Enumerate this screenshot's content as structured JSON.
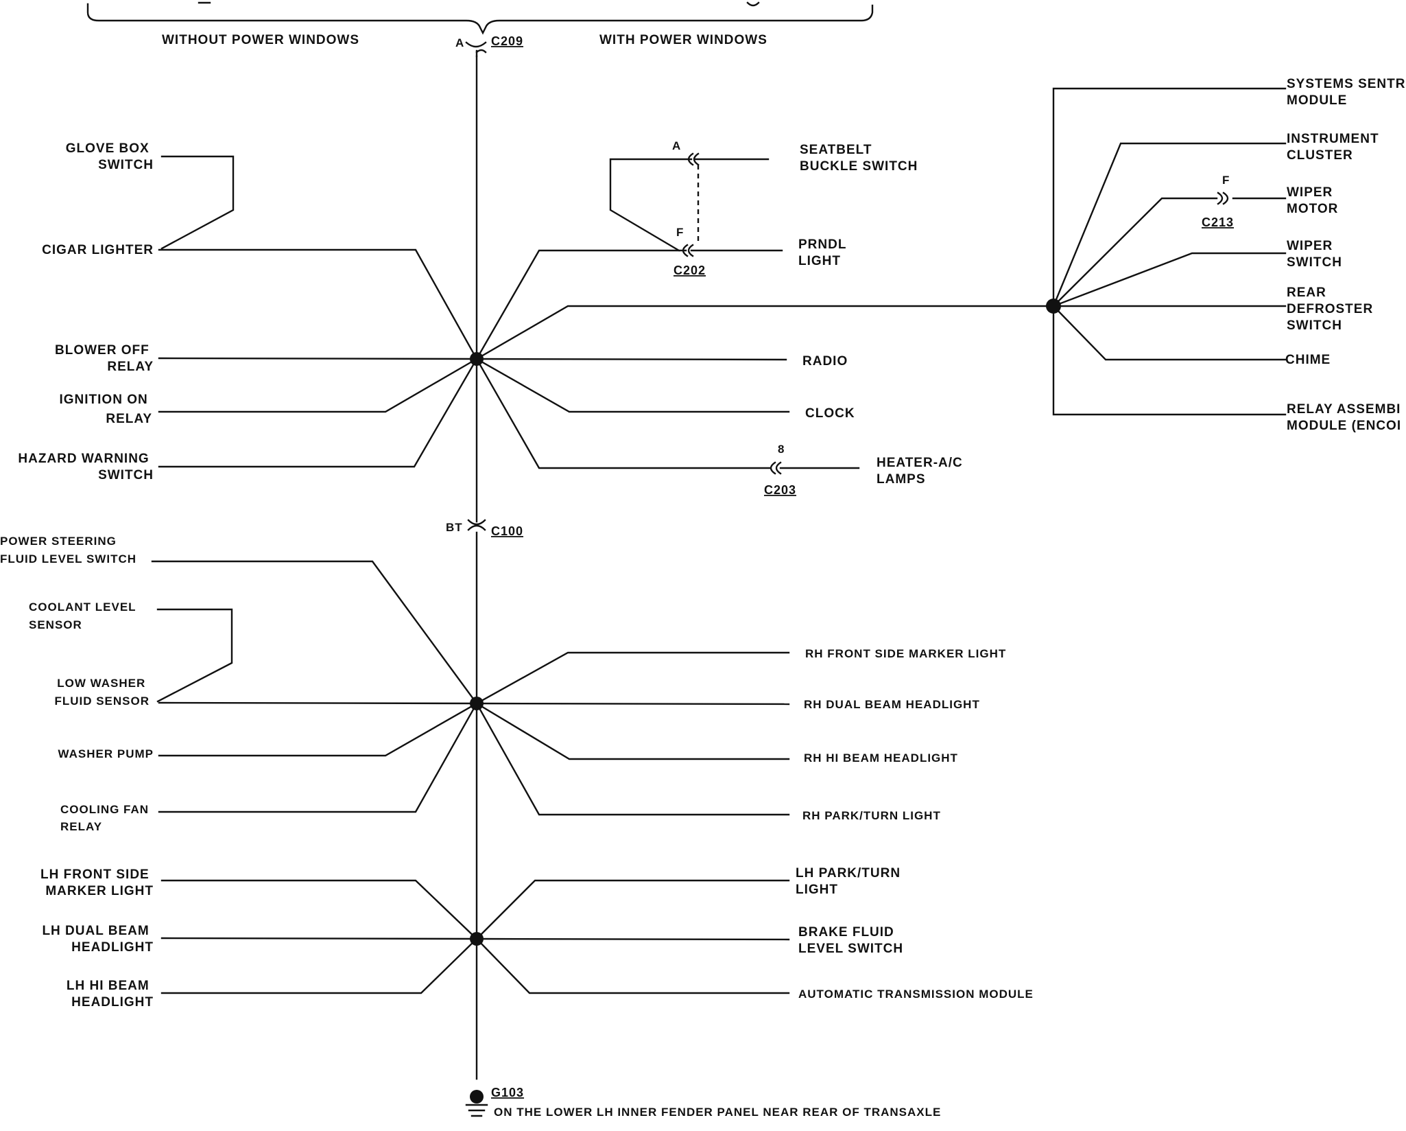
{
  "header": {
    "left_label": "WITHOUT POWER WINDOWS",
    "right_label": "WITH POWER WINDOWS"
  },
  "connectors": {
    "c209": {
      "pin": "A",
      "id": "C209"
    },
    "c202": {
      "pin_top": "A",
      "pin_bottom": "F",
      "id": "C202"
    },
    "c213": {
      "pin": "F",
      "id": "C213"
    },
    "c203": {
      "pin": "8",
      "id": "C203"
    },
    "c100": {
      "pin": "BT",
      "id": "C100"
    }
  },
  "splice1": {
    "left": [
      {
        "l1": "GLOVE BOX",
        "l2": "SWITCH"
      },
      {
        "l1": "CIGAR LIGHTER",
        "l2": ""
      },
      {
        "l1": "BLOWER OFF",
        "l2": "RELAY"
      },
      {
        "l1": "IGNITION ON",
        "l2": "RELAY"
      },
      {
        "l1": "HAZARD WARNING",
        "l2": "SWITCH"
      }
    ],
    "right": [
      {
        "l1": "SEATBELT",
        "l2": "BUCKLE SWITCH"
      },
      {
        "l1": "PRNDL",
        "l2": "LIGHT"
      },
      {
        "l1": "RADIO",
        "l2": ""
      },
      {
        "l1": "CLOCK",
        "l2": ""
      },
      {
        "l1": "HEATER-A/C",
        "l2": "LAMPS"
      }
    ]
  },
  "splice_right": [
    {
      "l1": "SYSTEMS SENTR",
      "l2": "MODULE",
      "l3": ""
    },
    {
      "l1": "INSTRUMENT",
      "l2": "CLUSTER",
      "l3": ""
    },
    {
      "l1": "WIPER",
      "l2": "MOTOR",
      "l3": ""
    },
    {
      "l1": "WIPER",
      "l2": "SWITCH",
      "l3": ""
    },
    {
      "l1": "REAR",
      "l2": "DEFROSTER",
      "l3": "SWITCH"
    },
    {
      "l1": "CHIME",
      "l2": "",
      "l3": ""
    },
    {
      "l1": "RELAY ASSEMBI",
      "l2": "MODULE (ENCOI",
      "l3": ""
    }
  ],
  "splice2": {
    "left": [
      {
        "l1": "POWER STEERING",
        "l2": "FLUID LEVEL SWITCH"
      },
      {
        "l1": "COOLANT LEVEL",
        "l2": "SENSOR"
      },
      {
        "l1": "LOW WASHER",
        "l2": "FLUID SENSOR"
      },
      {
        "l1": "WASHER PUMP",
        "l2": ""
      },
      {
        "l1": "COOLING FAN",
        "l2": "RELAY"
      }
    ],
    "right": [
      {
        "l1": "RH FRONT SIDE MARKER LIGHT"
      },
      {
        "l1": "RH DUAL BEAM HEADLIGHT"
      },
      {
        "l1": "RH HI BEAM HEADLIGHT"
      },
      {
        "l1": "RH PARK/TURN LIGHT"
      }
    ]
  },
  "splice3": {
    "left": [
      {
        "l1": "LH FRONT SIDE",
        "l2": "MARKER LIGHT"
      },
      {
        "l1": "LH DUAL BEAM",
        "l2": "HEADLIGHT"
      },
      {
        "l1": "LH HI BEAM",
        "l2": "HEADLIGHT"
      }
    ],
    "right": [
      {
        "l1": "LH PARK/TURN",
        "l2": "LIGHT"
      },
      {
        "l1": "BRAKE FLUID",
        "l2": "LEVEL SWITCH"
      },
      {
        "l1": "AUTOMATIC TRANSMISSION MODULE",
        "l2": ""
      }
    ]
  },
  "ground": {
    "id": "G103",
    "location": "ON THE LOWER LH INNER FENDER PANEL NEAR REAR OF TRANSAXLE"
  }
}
